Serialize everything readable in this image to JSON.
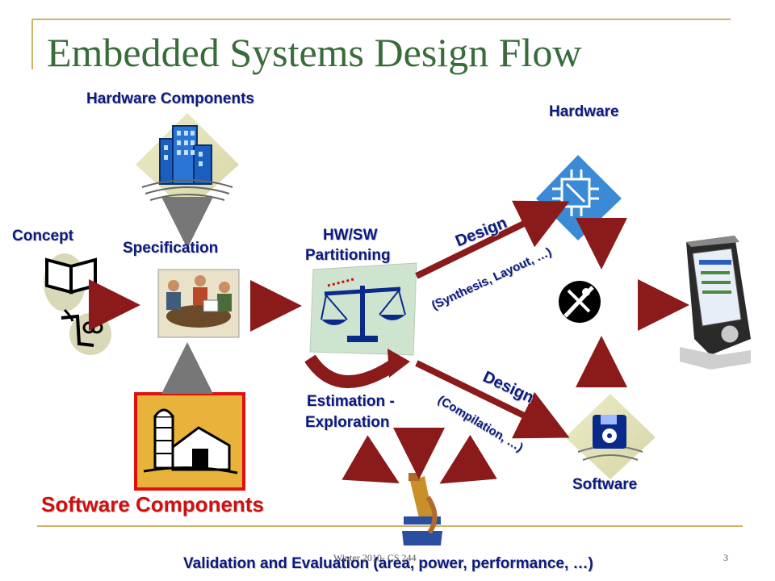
{
  "title": "Embedded Systems Design Flow",
  "labels": {
    "hardware_components": "Hardware Components",
    "hardware": "Hardware",
    "concept": "Concept",
    "specification": "Specification",
    "hwsw_partitioning": [
      "HW/SW",
      "Partitioning"
    ],
    "design_hw": "Design",
    "synthesis": "(Synthesis, Layout, …)",
    "design_sw": "Design",
    "compilation": "(Compilation, …)",
    "estimation": [
      "Estimation -",
      "Exploration"
    ],
    "software": "Software",
    "software_components": "Software Components",
    "validation": "Validation and Evaluation (area, power, performance, …)"
  },
  "footer": {
    "course": "Winter 2010- CS 244",
    "page_number": "3"
  },
  "colors": {
    "title": "#3a6b3a",
    "label": "#0a1a80",
    "accent_red": "#d01010",
    "arrow": "#8b1a1a",
    "frame_line": "#c8b464"
  },
  "icons": {
    "concept": "book-and-face-icon",
    "hardware_components": "office-building-icon",
    "specification": "meeting-icon",
    "software_components": "barn-silo-icon",
    "hwsw_partitioning": "balance-scale-icon",
    "hardware": "circuit-chip-icon",
    "integration": "tools-icon",
    "software": "floppy-disk-icon",
    "device": "pda-device-icon",
    "validation": "microscope-icon"
  }
}
